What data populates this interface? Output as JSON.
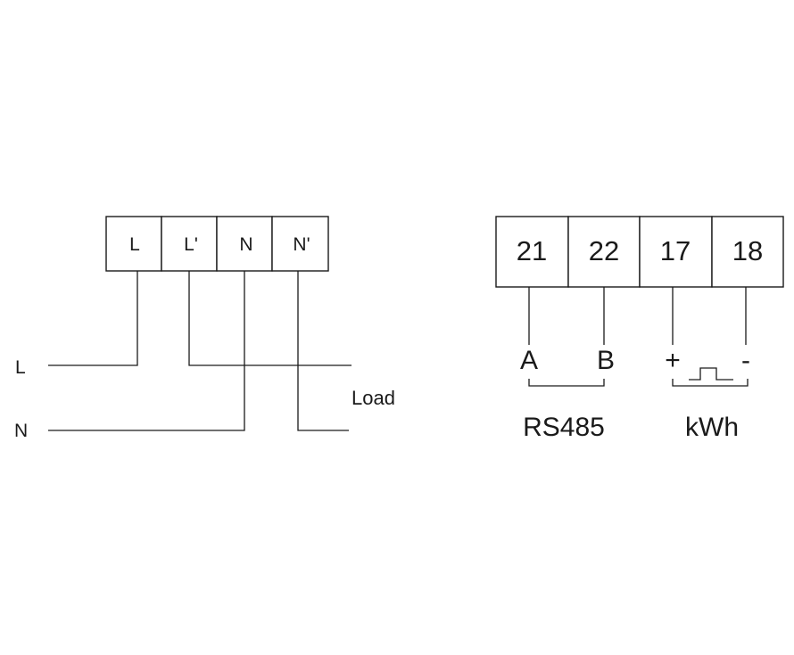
{
  "power_wiring": {
    "terminals": [
      "L",
      "L'",
      "N",
      "N'"
    ],
    "supply_labels": {
      "line": "L",
      "neutral": "N"
    },
    "load_label": "Load"
  },
  "signal_wiring": {
    "terminals": [
      "21",
      "22",
      "17",
      "18"
    ],
    "rs485": {
      "a_label": "A",
      "b_label": "B",
      "group_label": "RS485"
    },
    "pulse": {
      "plus_label": "+",
      "minus_label": "-",
      "group_label": "kWh"
    }
  }
}
